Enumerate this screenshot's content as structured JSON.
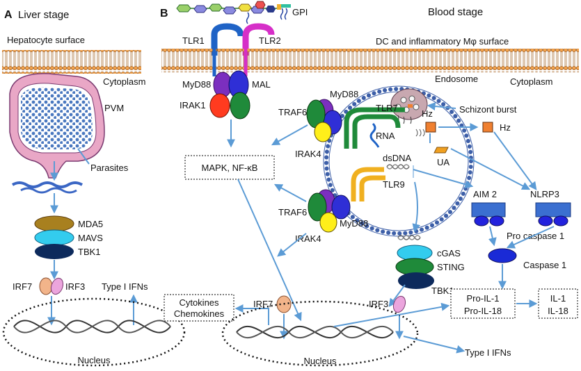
{
  "panel_a": {
    "letter": "A",
    "title": "Liver stage",
    "membrane_label": "Hepatocyte surface",
    "cytoplasm": "Cytoplasm",
    "pvm": "PVM",
    "parasites": "Parasites",
    "mda5": "MDA5",
    "mavs": "MAVS",
    "tbk1": "TBK1",
    "irf7": "IRF7",
    "irf3": "IRF3",
    "type1_ifns": "Type I IFNs",
    "nucleus": "Nucleus"
  },
  "panel_b": {
    "letter": "B",
    "title": "Blood stage",
    "gpi": "GPI",
    "tlr1": "TLR1",
    "tlr2": "TLR2",
    "membrane_label": "DC and inflammatory Mφ surface",
    "cytoplasm": "Cytoplasm",
    "myd88_left": "MyD88",
    "mal": "MAL",
    "irak1": "IRAK1",
    "endosome": "Endosome",
    "myd88_top": "MyD88",
    "tlr7": "TLR7",
    "traf6_top": "TRAF6",
    "schizont_burst": "Schizont burst",
    "hz_inside": "Hz",
    "hz_outside": "Hz",
    "rna": "RNA",
    "irak4_top": "IRAK4",
    "mapk_nfkb": "MAPK,  NF-κB",
    "dsdna": "dsDNA",
    "ua": "UA",
    "tlr9": "TLR9",
    "aim2": "AIM 2",
    "nlrp3": "NLRP3",
    "traf6_bottom": "TRAF6",
    "myd88_bottom": "MyD88",
    "irak4_bottom": "IRAK4",
    "cgas": "cGAS",
    "sting": "STING",
    "tbk1": "TBK1",
    "pro_caspase": "Pro caspase 1",
    "caspase": "Caspase 1",
    "cytokines_line1": "Cytokines",
    "cytokines_line2": "Chemokines",
    "irf7": "IRF7",
    "irf3": "IRF3",
    "pro_il1": "Pro-IL-1",
    "pro_il18": "Pro-IL-18",
    "il1": "IL-1",
    "il18": "IL-18",
    "nucleus": "Nucleus",
    "type1_ifns": "Type I IFNs"
  },
  "colors": {
    "arrow": "#5b9bd5",
    "membrane_head": "#f0a04b",
    "myd88": "#7b2fbf",
    "mal": "#2f2fd6",
    "irak1": "#ff3b1f",
    "green": "#1f8a3a",
    "yellow": "#ffef1a",
    "mda5": "#a8801f",
    "mavs": "#33ccee",
    "tbk1": "#0d2a5c",
    "irf_orange": "#f2b48a",
    "irf_pink": "#eba5dd",
    "pvm": "#e9a7c6"
  }
}
